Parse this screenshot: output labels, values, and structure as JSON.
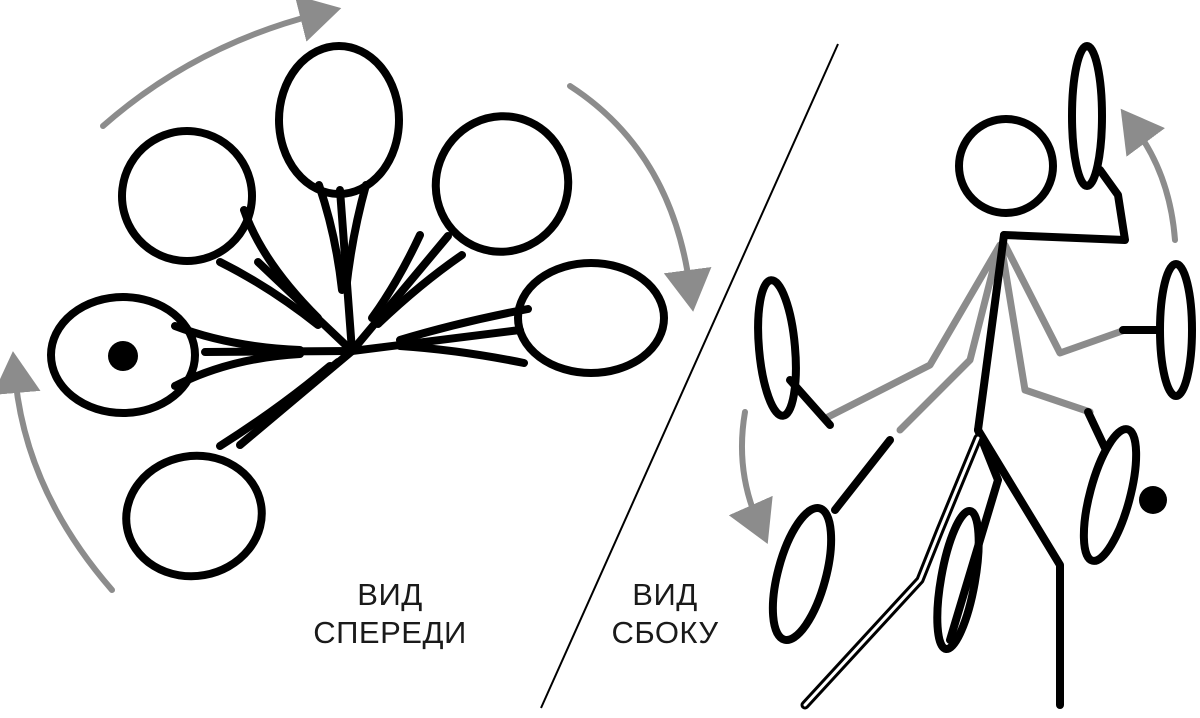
{
  "labels": {
    "front_view": {
      "line1": "ВИД",
      "line2": "СПЕРЕДИ"
    },
    "side_view": {
      "line1": "ВИД",
      "line2": "СБОКУ"
    }
  },
  "colors": {
    "stroke": "#000000",
    "arrow": "#8c8c8c",
    "limb_gray": "#8c8c8c",
    "background": "#ffffff"
  }
}
